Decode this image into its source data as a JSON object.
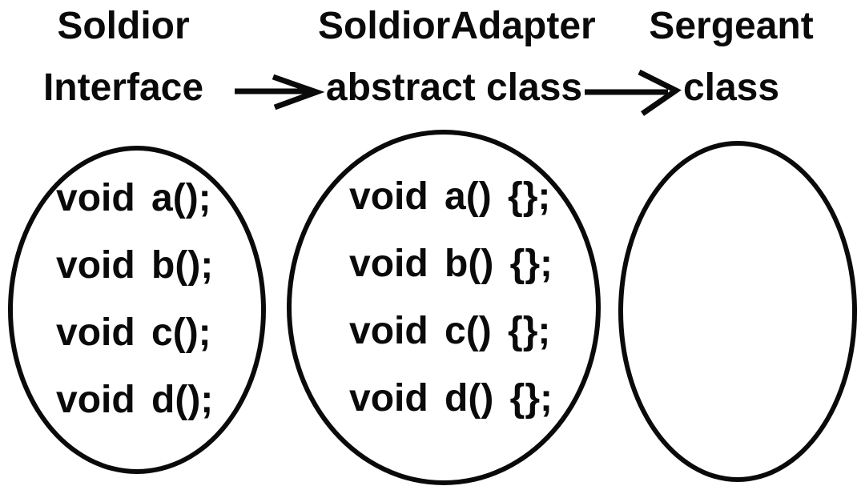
{
  "colors": {
    "background": "#ffffff",
    "ink": "#0a0a0a"
  },
  "columns": [
    {
      "title_line1": "Soldior",
      "title_line2": "Interface",
      "methods": [
        "void a();",
        "void b();",
        "void c();",
        "void d();"
      ]
    },
    {
      "title_line1": "SoldiorAdapter",
      "title_line2": "abstract class",
      "methods": [
        "void a() {};",
        "void b() {};",
        "void c() {};",
        "void d() {};"
      ]
    },
    {
      "title_line1": "Sergeant",
      "title_line2": "class",
      "methods": []
    }
  ]
}
